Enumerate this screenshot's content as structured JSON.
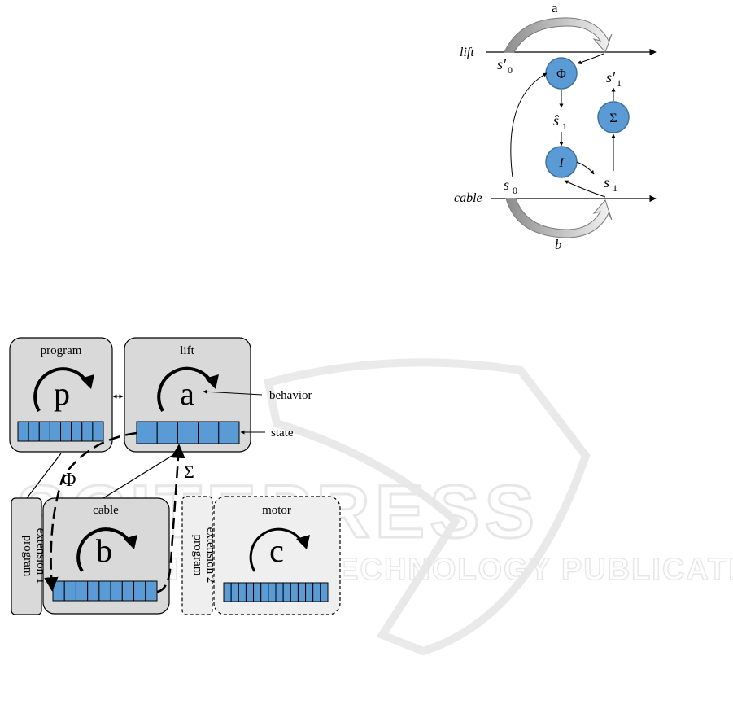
{
  "colors": {
    "node_fill": "#5b9bd5",
    "node_stroke": "#41719c",
    "box_fill": "#d9d9d9",
    "box_fill_light": "#efefef",
    "state_fill": "#5b9bd5",
    "line": "#000000",
    "watermark": "#d0d0d0"
  },
  "state_diagram": {
    "lift_label": "lift",
    "cable_label": "cable",
    "arc_top_label": "a",
    "arc_bottom_label": "b",
    "s0_prime": "s′",
    "s0_prime_sub": "0",
    "s1_prime": "s′",
    "s1_prime_sub": "1",
    "s0": "s",
    "s0_sub": "0",
    "s1": "s",
    "s1_sub": "1",
    "s1_hat": "ŝ",
    "s1_hat_sub": "1",
    "node_phi": "Φ",
    "node_sigma": "Σ",
    "node_i": "I"
  },
  "component_diagram": {
    "program_title": "program",
    "program_behavior": "p",
    "lift_title": "lift",
    "lift_behavior": "a",
    "cable_title": "cable",
    "cable_behavior": "b",
    "motor_title": "motor",
    "motor_behavior": "c",
    "ext1_line1": "program",
    "ext1_line2": "extension 1",
    "ext2_line1": "program",
    "ext2_line2": "extension 2",
    "behavior_label": "behavior",
    "state_label": "state",
    "phi_label": "Φ",
    "sigma_label": "Σ",
    "program_cells": 8,
    "lift_cells": 5,
    "cable_cells": 9,
    "motor_cells": 14
  }
}
